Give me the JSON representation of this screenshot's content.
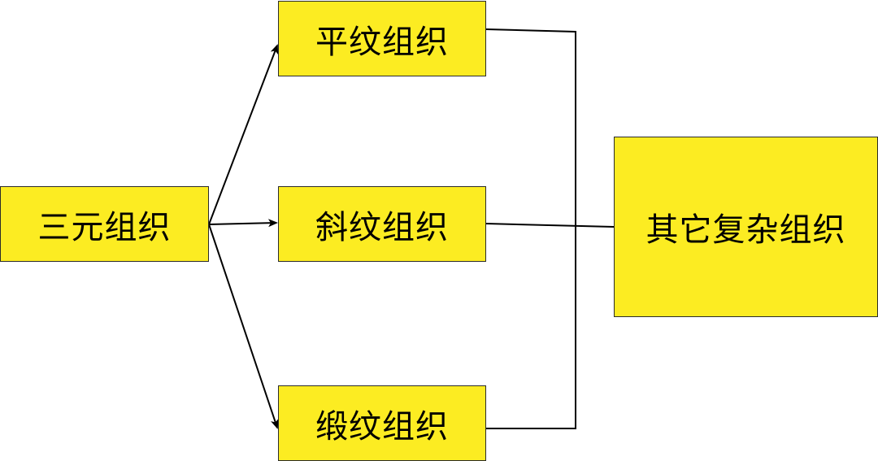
{
  "diagram": {
    "colors": {
      "node_fill": "#fcec22",
      "node_border": "#2b2b2b",
      "line": "#000000"
    },
    "nodes": {
      "root": {
        "label": "三元组织"
      },
      "plain": {
        "label": "平纹组织"
      },
      "twill": {
        "label": "斜纹组织"
      },
      "satin": {
        "label": "缎纹组织"
      },
      "complex": {
        "label": "其它复杂组织"
      }
    },
    "edges": [
      {
        "from": "root",
        "to": "plain",
        "arrow": true
      },
      {
        "from": "root",
        "to": "twill",
        "arrow": true
      },
      {
        "from": "root",
        "to": "satin",
        "arrow": true
      },
      {
        "from": "plain",
        "to": "complex",
        "arrow": false
      },
      {
        "from": "twill",
        "to": "complex",
        "arrow": false
      },
      {
        "from": "satin",
        "to": "complex",
        "arrow": false
      }
    ]
  }
}
